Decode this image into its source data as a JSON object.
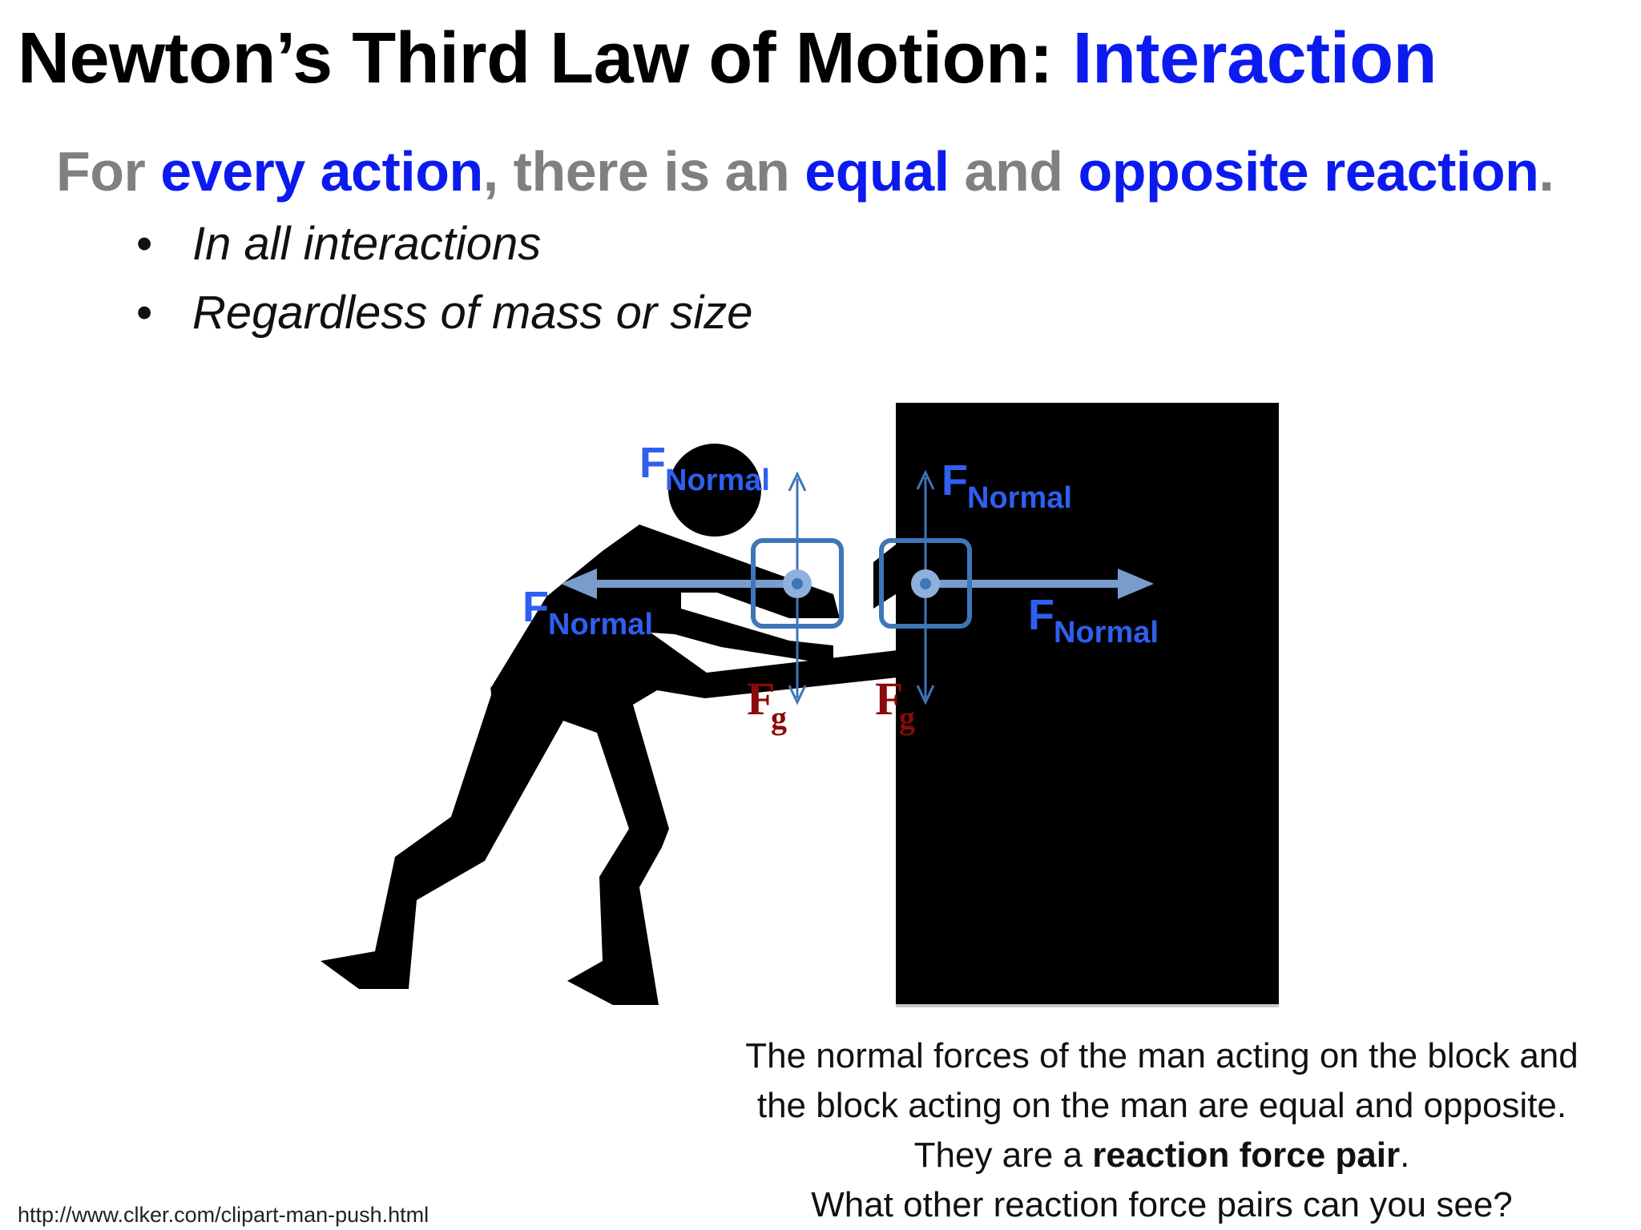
{
  "title": {
    "main": "Newton’s Third Law of Motion: ",
    "accent": "Interaction"
  },
  "subtitle": {
    "part1": "For ",
    "part2": "every action",
    "part3": ", there is an ",
    "part4": "equal",
    "part5": " and ",
    "part6": "opposite reaction",
    "part7": "."
  },
  "bullets": [
    "In all interactions",
    "Regardless of mass or size"
  ],
  "diagram": {
    "labels": {
      "f": "F",
      "normal": "Normal",
      "g": "g"
    }
  },
  "caption": {
    "line1": "The normal forces of the man acting on the block and",
    "line2": "the block acting on the man are equal and opposite.",
    "line3_pre": "They are a ",
    "line3_bold": "reaction force pair",
    "line3_post": ".",
    "line4": "What other reaction force pairs can you see?"
  },
  "source": "http://www.clker.com/clipart-man-push.html",
  "colors": {
    "accent": "#0b1bf0",
    "gray": "#808080",
    "force_label": "#2f5ff0",
    "gravity_label": "#8b0a0a",
    "arrow": "#7a9ccc",
    "box": "#3e76b8"
  }
}
